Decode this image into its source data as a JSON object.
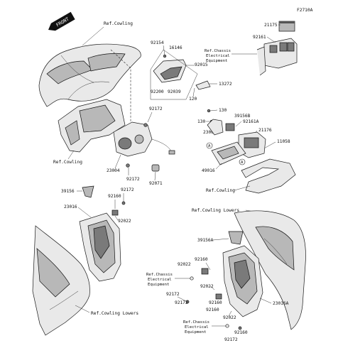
{
  "figure_code": "F2710A",
  "front_label": "FRONT",
  "parts": {
    "p21175": "21175",
    "p92161": "92161",
    "p92154": "92154",
    "p16146": "16146",
    "p92015": "92015",
    "p13272": "13272",
    "p92200": "92200",
    "p92039": "92039",
    "p120": "120",
    "p130a": "130",
    "p130b": "130",
    "p92172a": "92172",
    "p92172b": "92172",
    "p92172c": "92172",
    "p92172d": "92172",
    "p92172e": "92172",
    "p23004": "23004",
    "p92071": "92071",
    "p39156b": "39156B",
    "p92161a": "92161A",
    "p21176": "21176",
    "p23062": "23062",
    "p11058": "11058",
    "p49016": "49016",
    "p39156": "39156",
    "p92160a": "92160",
    "p92160b": "92160",
    "p92160c": "92160",
    "p92160d": "92160",
    "p23016": "23016",
    "p92022a": "92022",
    "p92022b": "92022",
    "p92022c": "92022",
    "p92022d": "92022",
    "p39156a": "39156A",
    "p23016a": "23016A"
  },
  "refs": {
    "cowling_top": "Ref.Cowling",
    "cowling_left": "Ref.Cowling",
    "cowling_right": "Ref.Cowling",
    "cowling_lowers_right": "Ref.Cowling Lowers",
    "cowling_lowers_left": "Ref.Cowling Lowers",
    "chassis_top": [
      "Ref.Chassis",
      "Electrical",
      "Equipment"
    ],
    "chassis_mid": [
      "Ref.Chassis",
      "Electrical",
      "Equipment"
    ],
    "chassis_bottom": [
      "Ref.Chassis",
      "Electrical",
      "Equipment"
    ]
  },
  "callouts": {
    "a1": "A",
    "a2": "A"
  }
}
